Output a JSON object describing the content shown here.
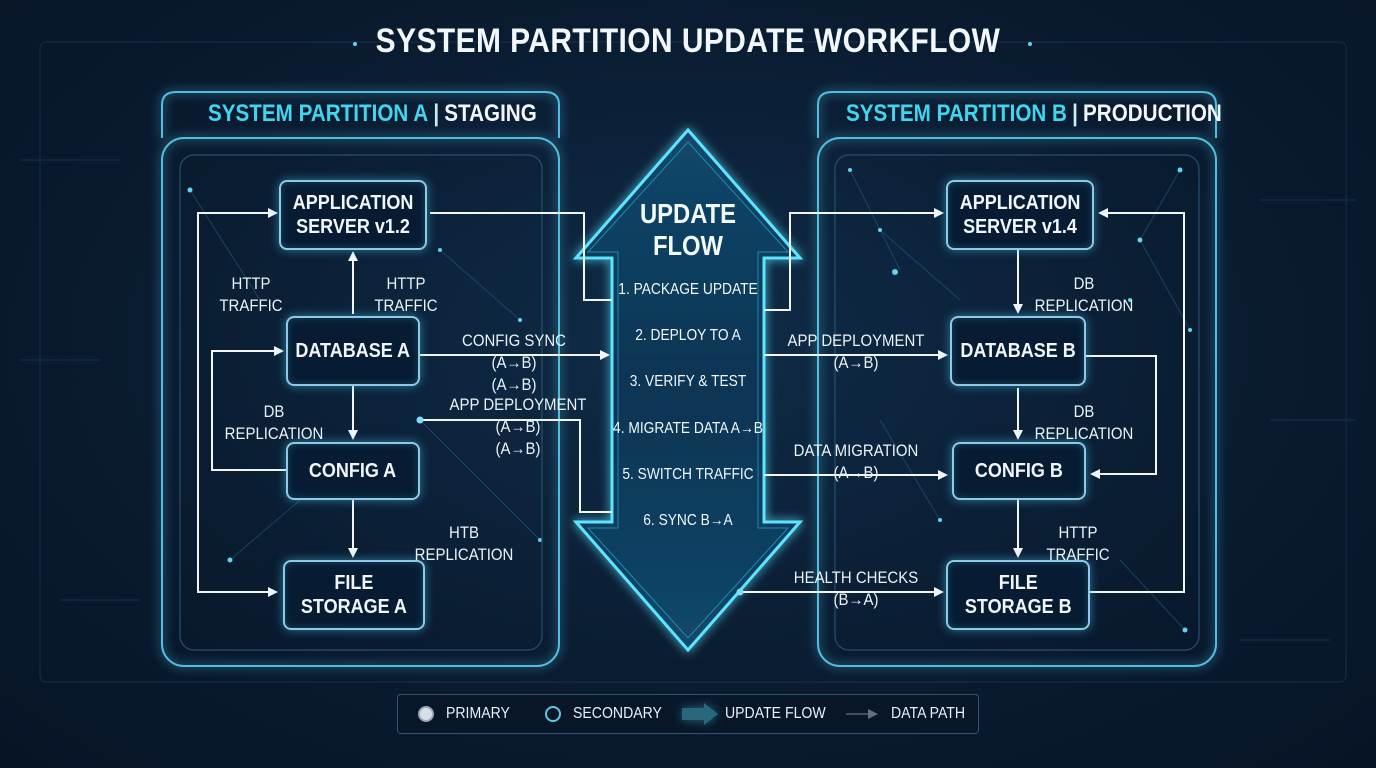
{
  "title": "SYSTEM PARTITION UPDATE WORKFLOW",
  "partition_a": {
    "name": "SYSTEM PARTITION A",
    "role": "STAGING",
    "nodes": {
      "app": "APPLICATION\nSERVER v1.2",
      "db": "DATABASE A",
      "config": "CONFIG A",
      "storage": "FILE\nSTORAGE A"
    },
    "labels": {
      "http_left": "HTTP TRAFFIC",
      "http_up": "HTTP TRAFFIC",
      "db_replication": "DB REPLICATION",
      "htb_replication": "HTB REPLICATION",
      "config_sync": "CONFIG SYNC (A→B)\n(A→B)",
      "app_deployment": "APP DEPLOYMENT (A→B)\n(A→B)"
    }
  },
  "partition_b": {
    "name": "SYSTEM PARTITION B",
    "role": "PRODUCTION",
    "nodes": {
      "app": "APPLICATION\nSERVER v1.4",
      "db": "DATABASE B",
      "config": "CONFIG B",
      "storage": "FILE\nSTORAGE B"
    },
    "labels": {
      "db_replication_1": "DB REPLICATION",
      "db_replication_2": "DB REPLICATION",
      "http_traffic": "HTTP TRAFFIC",
      "app_deployment": "APP DEPLOYMENT\n(A→B)",
      "data_migration": "DATA MIGRATION\n(A→B)",
      "health_checks": "HEALTH CHECKS\n(B→A)"
    }
  },
  "update_flow": {
    "title": "UPDATE\nFLOW",
    "steps": [
      "1. PACKAGE UPDATE",
      "2. DEPLOY TO A",
      "3. VERIFY & TEST",
      "4. MIGRATE DATA A→B",
      "5. SWITCH TRAFFIC",
      "6. SYNC B→A"
    ]
  },
  "legend": {
    "primary": "PRIMARY",
    "secondary": "SECONDARY",
    "update_flow": "UPDATE FLOW",
    "data_path": "DATA PATH"
  },
  "colors": {
    "accent": "#3fd6f0",
    "node_border": "#8ec9e6",
    "background": "#0a1c31",
    "arrow": "#f2f6fa"
  }
}
